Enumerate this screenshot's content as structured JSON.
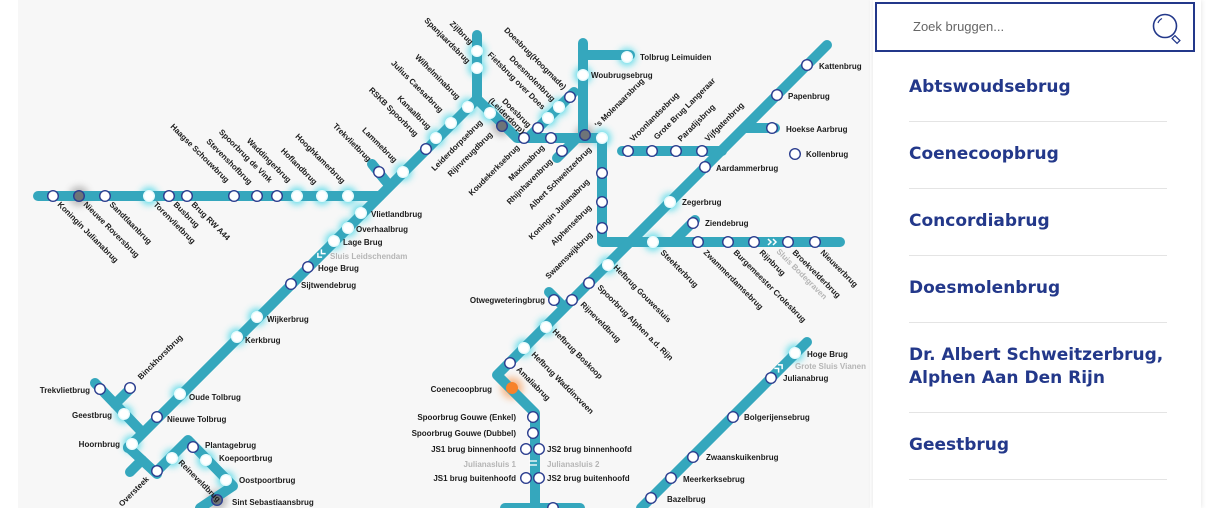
{
  "search": {
    "placeholder": "Zoek bruggen..."
  },
  "list": [
    "Abtswoudsebrug",
    "Coenecoopbrug",
    "Concordiabrug",
    "Doesmolenbrug",
    "Dr. Albert Schweitzerbrug, Alphen Aan Den Rijn",
    "Geestbrug"
  ],
  "colors": {
    "line": "#35a7bd",
    "glow": "#3fd6e6",
    "node_border": "#2c3e8f",
    "selected": "#f7822b",
    "accent": "#23388a"
  },
  "map": {
    "labels": [
      "Koningin Julianabrug",
      "Nieuwe Roversbrug",
      "Sandtlaanbrug",
      "Torenvlietbrug",
      "Busbrug",
      "Brug RW A44",
      "Haagse Schouwbrug",
      "Stevenshofbrug",
      "Spoorbrug de Vink",
      "Waddingerbrug",
      "Hoflandbrug",
      "Hooghkamerbrug",
      "Trekvlietbrug",
      "Lammebrug",
      "RSKB Spoorbrug",
      "Kanaalbrug",
      "Julius Caesarbrug",
      "Wilhelminabrug",
      "Spanjaardsbrug",
      "Zijlbrug",
      "Vlietlandbrug",
      "Overhaalbrug",
      "Lage Brug",
      "Sluis Leidschendam",
      "Hoge Brug",
      "Sijtwendebrug",
      "Wijkerbrug",
      "Kerkbrug",
      "Oude Tolbrug",
      "Nieuwe Tolbrug",
      "Trekvlietbrug",
      "Geestbrug",
      "Hoornbrug",
      "Binckhorstbrug",
      "Plantagebrug",
      "Koepoortbrug",
      "Oostpoortbrug",
      "Sint Sebastiaansbrug",
      "Reineveldbrug",
      "Oversteek",
      "Doesbrug(Hoogmade)",
      "Doesmolenbrug",
      "Fietsbrug over Does",
      "Doesbrug (Leiderdorp)",
      "Tolbrug Leimuiden",
      "Woubrugsebrug",
      "Leiderdorpsebrug",
      "Rijnvreugdbrug",
      "Koudekerksebrug",
      "Maximabrug",
      "Rhijnhavenbrug",
      "Albert Schweitzerbrug",
      "Koningin Julianabrug",
      "Alphensebrug",
      "Swaenswijkbrug",
      "'s Molenaarsbrug",
      "Vroonlandsebrug",
      "Grote Brug Langeraar",
      "Paradijsbrug",
      "Vijfgatenbrug",
      "Kattenbrug",
      "Papenbrug",
      "Hoekse Aarbrug",
      "Kollenbrug",
      "Aardammerbrug",
      "Zegerbrug",
      "Ziendebrug",
      "Steekterbrug",
      "Zwammerdamsebrug",
      "Burgemeester Crolesbrug",
      "Rijnbrug",
      "Sluis Bodegraven",
      "Broekvelderbrug",
      "Nieuwerbrug",
      "Hefbrug Gouwesluis",
      "Spoorbrug Alphen a.d. Rijn",
      "Rijneveldbrug",
      "Hefbrug Boskoop",
      "Hefbrug Waddinxveen",
      "Amaliabrug",
      "Otwegweteringbrug",
      "Coenecoopbrug",
      "Spoorbrug Gouwe (Enkel)",
      "Spoorbrug Gouwe (Dubbel)",
      "JS1 brug binnenhoofd",
      "Julianasluis 1",
      "JS1 brug buitenhoofd",
      "JS2 brug binnenhoofd",
      "Julianasluis 2",
      "JS2 brug buitenhoofd",
      "Hoge Brug",
      "Grote Sluis Vianen",
      "Julianabrug",
      "Bolgerijensebrug",
      "Zwaanskuikenbrug",
      "Meerkerksebrug",
      "Bazelbrug"
    ]
  }
}
